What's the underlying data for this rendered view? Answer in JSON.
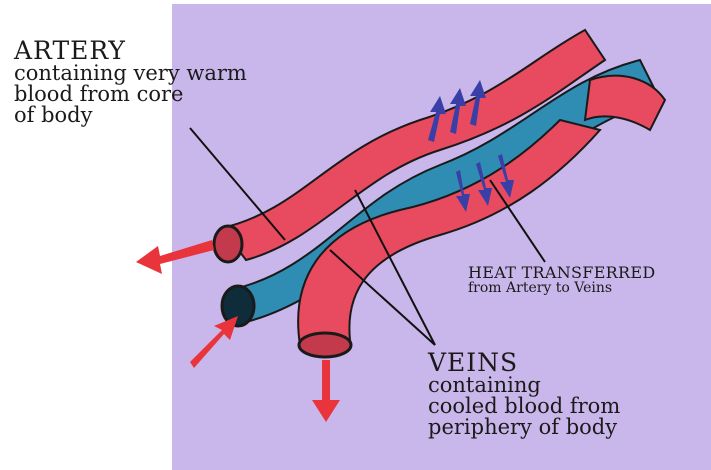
{
  "colors": {
    "panel": "#c9b6ea",
    "artery": "#e84a5f",
    "vein": "#2f8cb2",
    "outline": "#1a1a1a",
    "heat_arrow": "#3a3fa8",
    "flow_arrow": "#e8343a"
  },
  "labels": {
    "artery": {
      "title": "ARTERY",
      "lines": [
        "containing very warm",
        "blood from core",
        "of body"
      ]
    },
    "veins": {
      "title": "VEINS",
      "lines": [
        "containing",
        "cooled blood from",
        "periphery of body"
      ]
    },
    "heat": {
      "title": "HEAT TRANSFERRED",
      "line": "from Artery to Veins"
    }
  }
}
